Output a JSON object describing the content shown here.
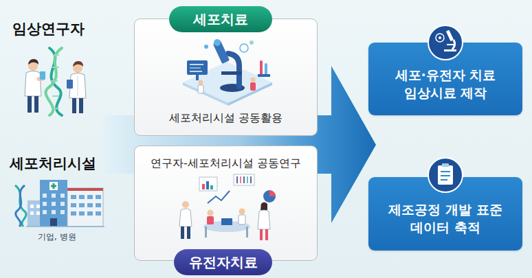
{
  "diagram": {
    "nodes": [
      {
        "text": [
          "세포처리시설 공동활용"
        ]
      },
      {
        "text": [
          "세포치료"
        ],
        "in": 0
      },
      {
        "text": [
          "연구자-세포처리시설 공동연구"
        ]
      },
      {
        "text": [
          "유전자치료"
        ],
        "in": 2
      },
      {
        "text": [
          "세포·유전자 치료 임상시료 제작"
        ]
      },
      {
        "text": [
          "제조공정 개발 표준 데이터 축적"
        ]
      }
    ],
    "labels": [
      "임상연구자",
      "세포처리시설",
      "기업, 병원"
    ]
  }
}
